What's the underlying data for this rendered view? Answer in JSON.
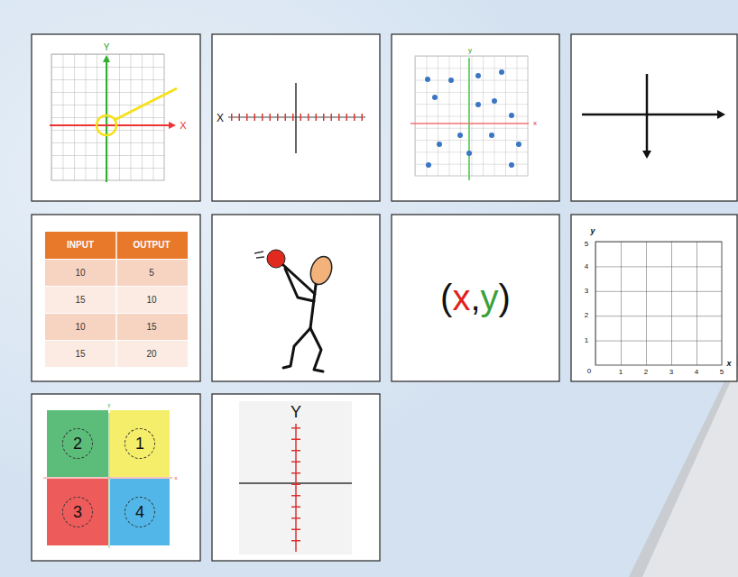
{
  "diagram": {
    "nodes": [
      {
        "text": [
          "2"
        ]
      },
      {
        "text": [
          "1"
        ]
      },
      {
        "text": [
          "3"
        ]
      },
      {
        "text": [
          "4"
        ]
      }
    ],
    "labels": [
      "Y",
      "X",
      "X",
      "y",
      "x",
      "INPUT",
      "OUTPUT",
      "10",
      "5",
      "15",
      "10",
      "10",
      "15",
      "15",
      "20",
      "(",
      "x",
      ",",
      "y",
      ")",
      "y",
      "5",
      "4",
      "3",
      "2",
      "1",
      "0",
      "1",
      "2",
      "3",
      "4",
      "5",
      "x",
      "y",
      "x",
      "Y"
    ]
  }
}
